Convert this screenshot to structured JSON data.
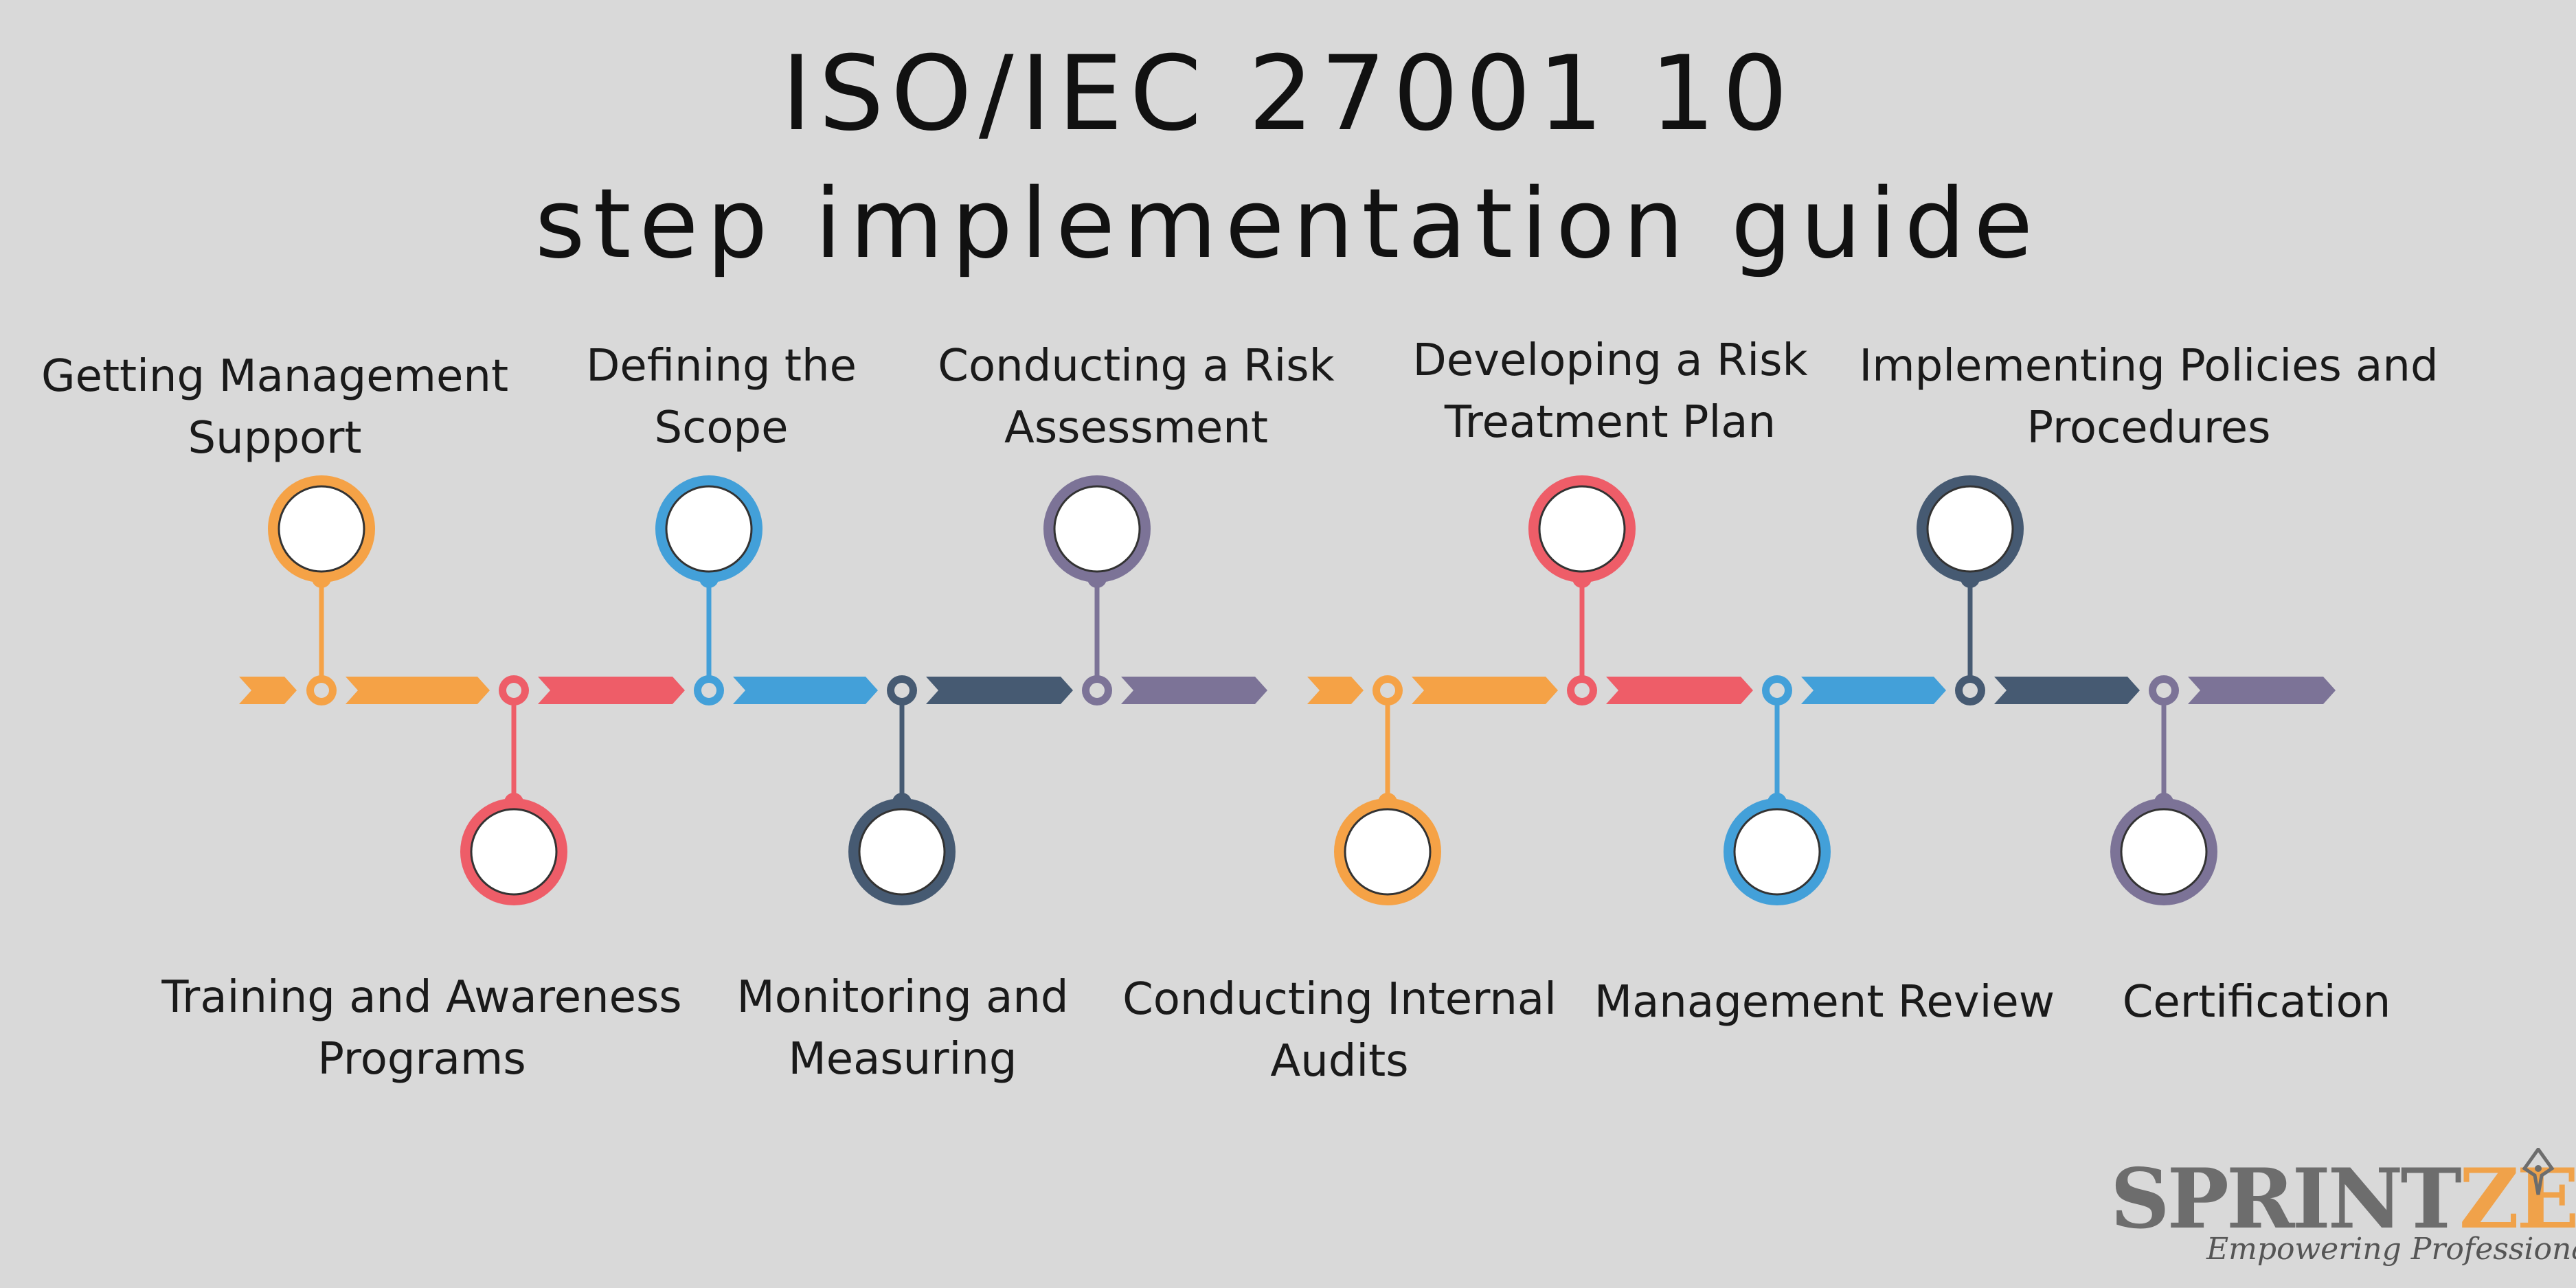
{
  "title": {
    "line1": "ISO/IEC 27001 10",
    "line2": "step implementation guide"
  },
  "steps": [
    {
      "label_line1": "Getting Management",
      "label_line2": "Support",
      "color": "#f5a246",
      "position": "top"
    },
    {
      "label_line1": "Training and Awareness",
      "label_line2": "Programs",
      "color": "#ee5d68",
      "position": "bottom"
    },
    {
      "label_line1": "Defining the",
      "label_line2": "Scope",
      "color": "#43a0d9",
      "position": "top"
    },
    {
      "label_line1": "Monitoring and",
      "label_line2": "Measuring",
      "color": "#465a72",
      "position": "bottom"
    },
    {
      "label_line1": "Conducting a Risk",
      "label_line2": "Assessment",
      "color": "#7c7397",
      "position": "top"
    },
    {
      "label_line1": "Conducting Internal",
      "label_line2": "Audits",
      "color": "#f5a246",
      "position": "bottom"
    },
    {
      "label_line1": "Developing a Risk",
      "label_line2": "Treatment Plan",
      "color": "#ee5d68",
      "position": "top"
    },
    {
      "label_line1": "Management Review",
      "label_line2": "",
      "color": "#43a0d9",
      "position": "bottom"
    },
    {
      "label_line1": "Implementing Policies and",
      "label_line2": "Procedures",
      "color": "#465a72",
      "position": "top"
    },
    {
      "label_line1": "Certification",
      "label_line2": "",
      "color": "#7c7397",
      "position": "bottom"
    }
  ],
  "logo": {
    "brand_part1": "SPRINT",
    "brand_part2": "ZEAL",
    "tagline": "Empowering Professionals",
    "brand_color": "#6d6d6d",
    "accent_color": "#f0a24a"
  }
}
